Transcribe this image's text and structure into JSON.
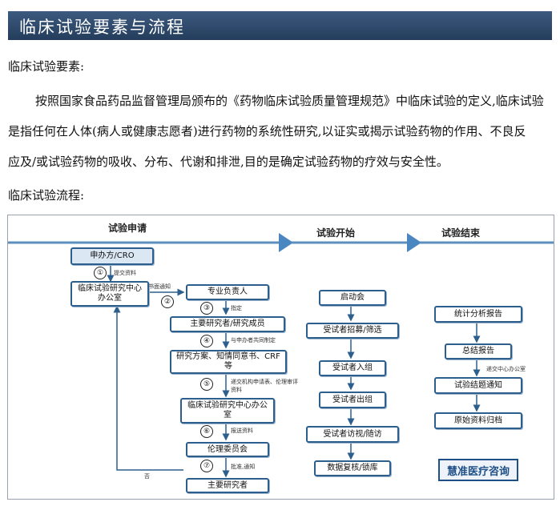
{
  "banner": {
    "title": "临床试验要素与流程"
  },
  "elements_heading": "临床试验要素:",
  "paragraph_lines": [
    "按照国家食品药品监督管理局颁布的《药物临床试验质量管理规范》中临床试验的定义,临床试验",
    "是指任何在人体(病人或健康志愿者)进行药物的系统性研究,以证实或揭示试验药物的作用、不良反",
    "应及/或试验药物的吸收、分布、代谢和排泄,目的是确定试验药物的疗效与安全性。"
  ],
  "process_heading": "临床试验流程:",
  "diagram": {
    "stages": [
      "试验申请",
      "试验开始",
      "试验结束"
    ],
    "left_boxes": [
      "申办方/CRO",
      "临床试验研究中心办公室"
    ],
    "mid_boxes": [
      "专业负责人",
      "主要研究者/研究成员",
      "研究方案、知情同意书、CRF等",
      "临床试验研究中心办公室",
      "伦理委员会",
      "主要研究者"
    ],
    "start_boxes": [
      "启动会",
      "受试者招募/筛选",
      "受试者入组",
      "受试者出组",
      "受试者访视/随访",
      "数据复核/锁库"
    ],
    "end_boxes": [
      "统计分析报告",
      "总结报告",
      "试验结题通知",
      "原始资料归档"
    ],
    "numbers": [
      "①",
      "②",
      "③",
      "④",
      "⑤",
      "⑥",
      "⑦"
    ],
    "notes": [
      "提交资料",
      "书面通知",
      "指定",
      "与申办者共同制定",
      "递交机构申请表、伦理审评资料",
      "报送资料",
      "批准,通知",
      "否",
      "递交中心办公室"
    ],
    "logo": "慧准医疗咨询"
  }
}
